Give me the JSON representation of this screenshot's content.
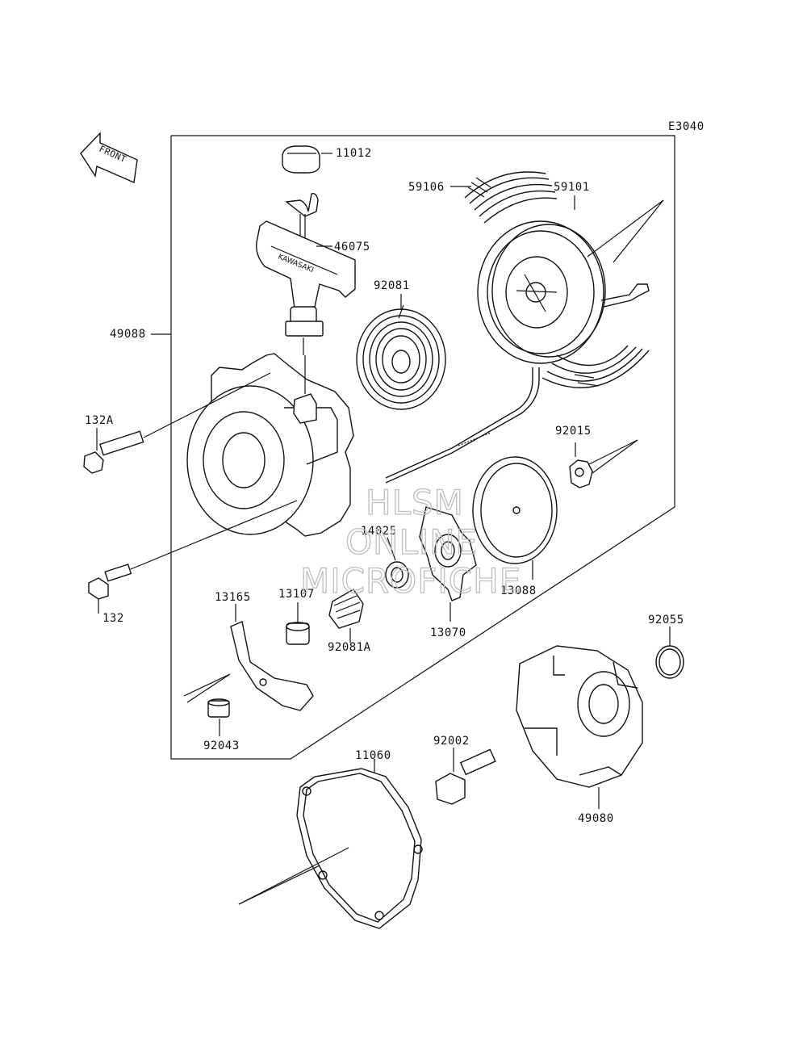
{
  "diagram": {
    "code": "E3040",
    "front_arrow": "FRONT",
    "labels": {
      "p11012": "11012",
      "p46075": "46075",
      "p59106": "59106",
      "p59101": "59101",
      "p92081": "92081",
      "p49088": "49088",
      "p132A": "132A",
      "p92015": "92015",
      "p14025": "14025",
      "p13088": "13088",
      "p13070": "13070",
      "p132": "132",
      "p13165": "13165",
      "p13107": "13107",
      "p92081A": "92081A",
      "p92055": "92055",
      "p92043": "92043",
      "p11060": "11060",
      "p92002": "92002",
      "p49080": "49080"
    }
  },
  "watermark": {
    "line1": "HLSM",
    "line2": "ONLINE",
    "line3": "MICROFICHE"
  }
}
